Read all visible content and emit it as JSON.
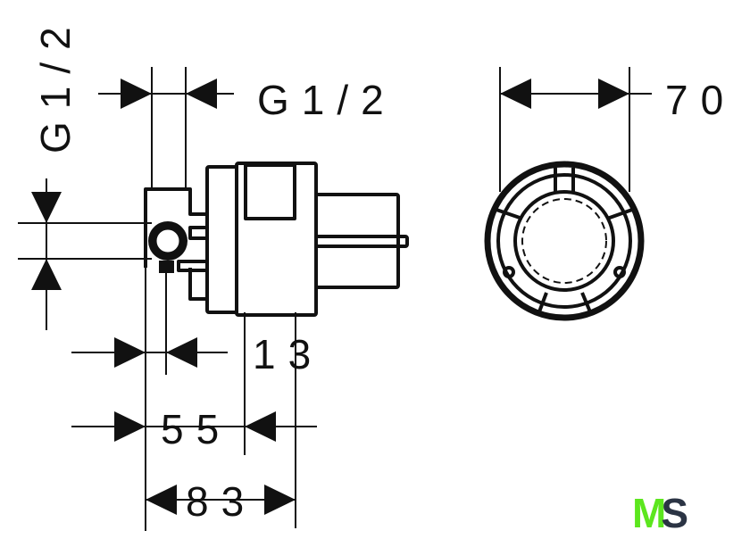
{
  "dimensions": {
    "thread_top": "G1/2",
    "thread_side": "G1/2",
    "d13": "13",
    "d55": "55",
    "d83": "83",
    "d70": "70"
  },
  "logo": {
    "text": "MS",
    "left": "M",
    "right": "S",
    "colors": {
      "m": "#5ce61e",
      "s": "#2b3444"
    }
  }
}
